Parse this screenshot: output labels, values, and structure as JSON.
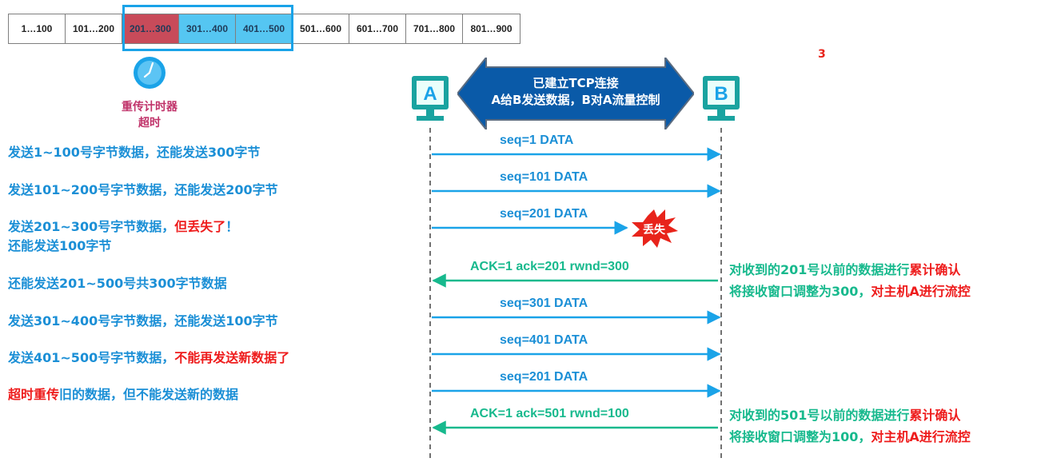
{
  "buffer": {
    "cells": [
      "1…100",
      "101…200",
      "201…300",
      "301…400",
      "401…500",
      "501…600",
      "601…700",
      "701…800",
      "801…900"
    ],
    "cell_states": [
      "sent",
      "sent",
      "timeout",
      "window",
      "window",
      "none",
      "none",
      "none",
      "none"
    ],
    "colors": {
      "timeout": "#c84b5a",
      "window": "#55c6f2",
      "none": "#ffffff",
      "sent": "#ffffff"
    }
  },
  "timer": {
    "line1": "重传计时器",
    "line2": "超时",
    "icon": "clock-icon"
  },
  "notes": [
    {
      "parts": [
        {
          "text": "发送1~100号字节数据，还能发送300字节",
          "red": false
        }
      ]
    },
    {
      "parts": [
        {
          "text": "发送101~200号字节数据，还能发送200字节",
          "red": false
        }
      ]
    },
    {
      "parts": [
        {
          "text": "发送201~300号字节数据，",
          "red": false
        },
        {
          "text": "但丢失了",
          "red": true
        },
        {
          "text": "！",
          "red": false
        }
      ]
    },
    {
      "parts": [
        {
          "text": "还能发送100字节",
          "red": false
        }
      ]
    },
    {
      "parts": [
        {
          "text": "还能发送201~500号共300字节数据",
          "red": false
        }
      ]
    },
    {
      "parts": [
        {
          "text": "发送301~400号字节数据，还能发送100字节",
          "red": false
        }
      ]
    },
    {
      "parts": [
        {
          "text": "发送401~500号字节数据，",
          "red": false
        },
        {
          "text": "不能再发送新数据了",
          "red": true
        }
      ]
    },
    {
      "parts": [
        {
          "text": "超时重传",
          "red": true
        },
        {
          "text": "旧的数据，但不能发送新的数据",
          "red": false
        }
      ]
    }
  ],
  "hosts": {
    "a": "A",
    "b": "B"
  },
  "banner": {
    "line1": "已建立TCP连接",
    "line2": "A给B发送数据，B对A流量控制"
  },
  "page_number": "3",
  "lost_label": "丢失",
  "messages": [
    {
      "label": "seq=1   DATA",
      "dir": "a-to-b",
      "lost": false
    },
    {
      "label": "seq=101   DATA",
      "dir": "a-to-b",
      "lost": false
    },
    {
      "label": "seq=201   DATA",
      "dir": "a-to-b",
      "lost": true
    },
    {
      "label": "ACK=1   ack=201    rwnd=300",
      "dir": "b-to-a",
      "lost": false
    },
    {
      "label": "seq=301   DATA",
      "dir": "a-to-b",
      "lost": false
    },
    {
      "label": "seq=401   DATA",
      "dir": "a-to-b",
      "lost": false
    },
    {
      "label": "seq=201   DATA",
      "dir": "a-to-b",
      "lost": false
    },
    {
      "label": "ACK=1   ack=501    rwnd=100",
      "dir": "b-to-a",
      "lost": false
    }
  ],
  "right_notes": [
    {
      "parts": [
        {
          "text": "对收到的201号以前的数据进行",
          "red": false
        },
        {
          "text": "累计确认",
          "red": true
        }
      ]
    },
    {
      "parts": [
        {
          "text": "将接收窗口调整为300，",
          "red": false
        },
        {
          "text": "对主机A进行流控",
          "red": true
        }
      ]
    },
    {
      "parts": [
        {
          "text": "对收到的501号以前的数据进行",
          "red": false
        },
        {
          "text": "累计确认",
          "red": true
        }
      ]
    },
    {
      "parts": [
        {
          "text": "将接收窗口调整为100，",
          "red": false
        },
        {
          "text": "对主机A进行流控",
          "red": true
        }
      ]
    }
  ],
  "colors": {
    "data_arrow": "#1aa3e8",
    "ack_arrow": "#17b98d",
    "accent_red": "#ee1c1c",
    "banner": "#0a5aa8",
    "host": "#17a6a0"
  }
}
